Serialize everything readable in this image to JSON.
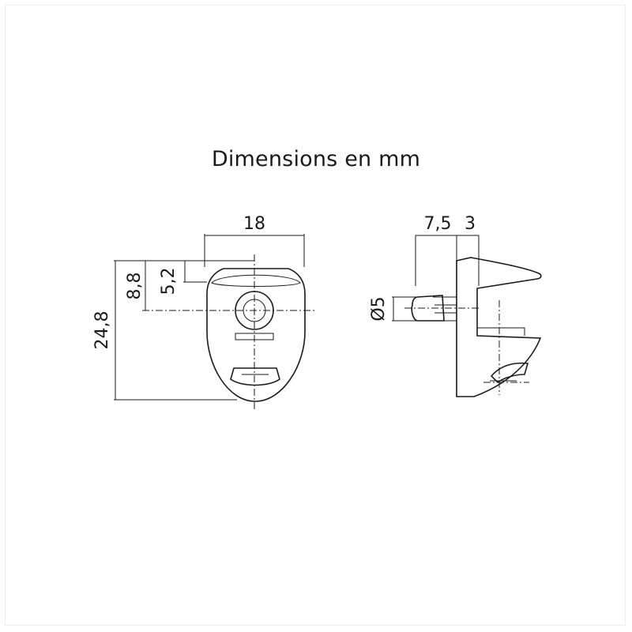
{
  "title": "Dimensions en mm",
  "front_view": {
    "width_label": "18",
    "height_total_label": "24,8",
    "height_a_label": "8,8",
    "height_b_label": "5,2"
  },
  "side_view": {
    "depth_a_label": "7,5",
    "depth_b_label": "3",
    "pin_diameter_label": "Ø5"
  },
  "colors": {
    "line": "#1a1a1a",
    "background": "#ffffff"
  }
}
